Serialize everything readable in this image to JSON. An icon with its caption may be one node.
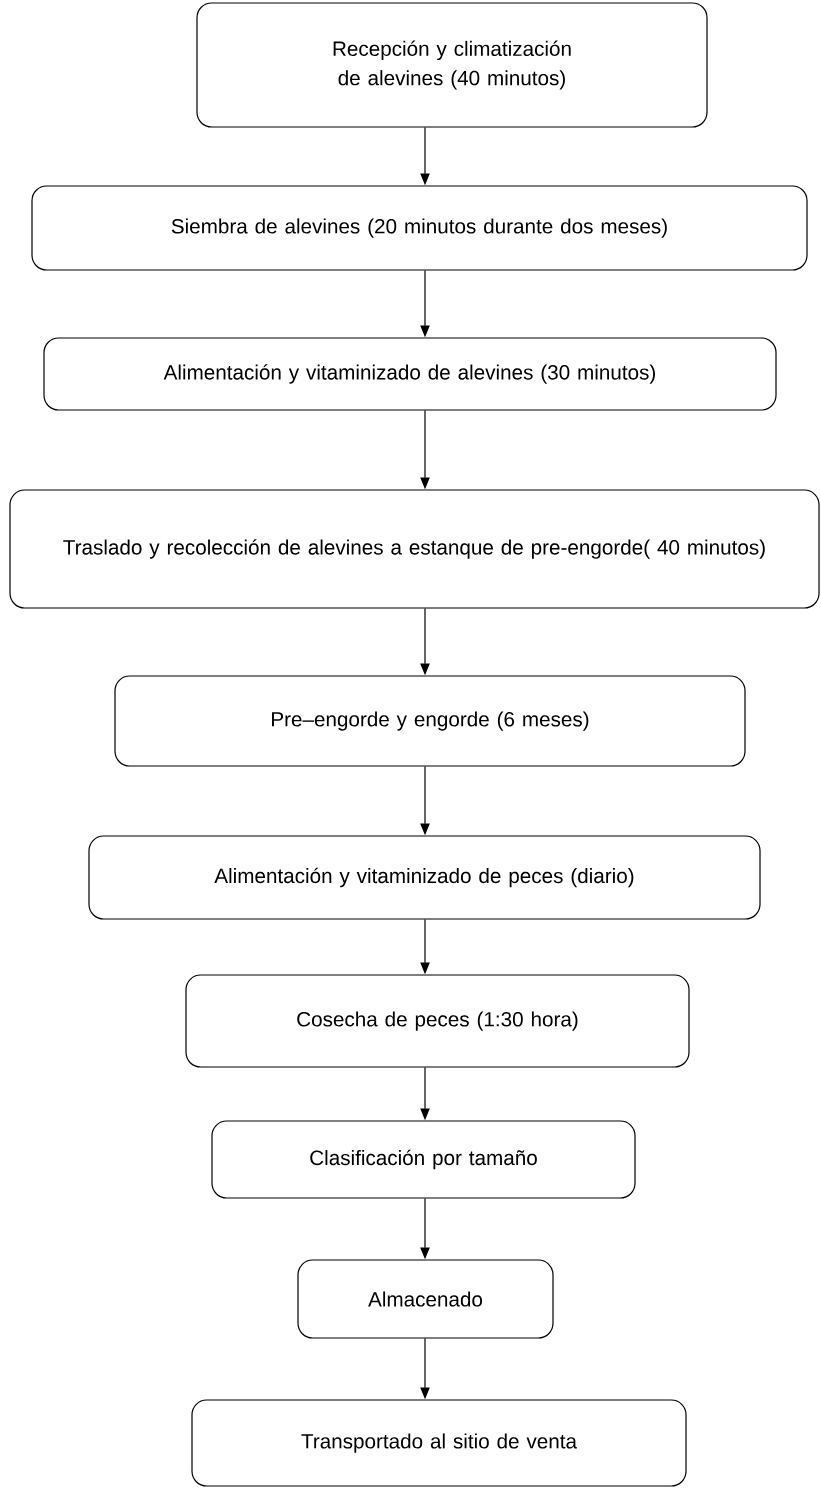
{
  "diagram": {
    "nodes": [
      {
        "text": [
          "Recepción y climatización de alevines (40 minutos)"
        ]
      },
      {
        "text": [
          "Siembra de alevines (20 minutos durante dos meses)"
        ]
      },
      {
        "text": [
          "Alimentación y vitaminizado de alevines (30 minutos)"
        ]
      },
      {
        "text": [
          "Traslado y recolección de alevines a estanque de pre-engorde( 40 minutos)"
        ]
      },
      {
        "text": [
          "Pre–engorde y engorde (6 meses)"
        ]
      },
      {
        "text": [
          "Alimentación y vitaminizado de peces (diario)"
        ]
      },
      {
        "text": [
          "Cosecha de peces (1:30 hora)"
        ]
      },
      {
        "text": [
          "Clasificación por tamaño"
        ]
      },
      {
        "text": [
          "Almacenado"
        ]
      },
      {
        "text": [
          "Transportado al sitio de venta"
        ]
      }
    ],
    "edges": [
      {
        "from": 0,
        "to": 1,
        "arrow": "to"
      },
      {
        "from": 1,
        "to": 2,
        "arrow": "to"
      },
      {
        "from": 2,
        "to": 3,
        "arrow": "to"
      },
      {
        "from": 3,
        "to": 4,
        "arrow": "to"
      },
      {
        "from": 4,
        "to": 5,
        "arrow": "to"
      },
      {
        "from": 5,
        "to": 6,
        "arrow": "to"
      },
      {
        "from": 6,
        "to": 7,
        "arrow": "to"
      },
      {
        "from": 7,
        "to": 8,
        "arrow": "to"
      },
      {
        "from": 8,
        "to": 9,
        "arrow": "to"
      }
    ]
  }
}
